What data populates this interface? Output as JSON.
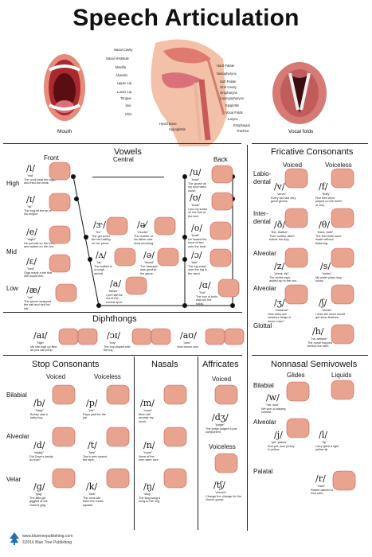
{
  "title": "Speech Articulation",
  "anatomy": {
    "labels": [
      "Nasal Cavity",
      "Nasal Vestibule",
      "Maxilla",
      "Alveolar",
      "Upper Lip",
      "Lower Lip",
      "Tongue",
      "Jaw",
      "Chin",
      "Hyoid Bone",
      "Hypoglottis",
      "Hard Palate",
      "Nasopharynx",
      "Soft Palate",
      "Oral Cavity",
      "Oropharynx",
      "Laryngopharynx",
      "Epiglottis",
      "Vocal Folds",
      "Larynx",
      "Esophagus",
      "Trachea"
    ],
    "mouth_caption": "Mouth",
    "vocal_caption": "Vocal folds"
  },
  "vowels": {
    "header": "Vowels",
    "sub_front": "Front",
    "sub_central": "Central",
    "sub_back": "Back",
    "row_high": "High",
    "row_mid": "Mid",
    "row_low": "Low",
    "front": [
      {
        "sym": "/i/",
        "kw": "\"eat\"",
        "ex": "The cook beat the eggs and fried the meat."
      },
      {
        "sym": "/ɪ/",
        "kw": "\"sit\"",
        "ex": "The bug bit the tip of his tongue."
      },
      {
        "sym": "/e/",
        "kw": "\"eight\"",
        "ex": "He put bait on the hook and waited on the line."
      },
      {
        "sym": "/ɛ/",
        "kw": "\"bed\"",
        "ex": "Olga made a bet that she would win."
      },
      {
        "sym": "/æ/",
        "kw": "\"cat\"",
        "ex": "The grocer wrapped the salt and tied his hat."
      }
    ],
    "central": [
      {
        "sym": "/ɝ/",
        "kw": "\"fur\"",
        "ex": "The girl loved the bird sitting on her perch."
      },
      {
        "sym": "/ə⁄",
        "kw": "\"murder\"",
        "ex": "The murder of his father was most shocking."
      },
      {
        "sym": "/ʌ/",
        "kw": "\"up\"",
        "ex": "The buffalo in a rough animal."
      },
      {
        "sym": "/ə/",
        "kw": "\"about\"",
        "ex": "The baseball was good at the game."
      },
      {
        "sym": "/a/",
        "kw": "\"father\"",
        "ex": "I put half the cot at the honest spot."
      }
    ],
    "back": [
      {
        "sym": "/u/",
        "kw": "\"boot\"",
        "ex": "The goose on my boot were loose."
      },
      {
        "sym": "/ʊ/",
        "kw": "\"book\"",
        "ex": "I put my socks on the foot of the bed."
      },
      {
        "sym": "/o/",
        "kw": "\"boat\"",
        "ex": "He tossed the bone of two onto the boat."
      },
      {
        "sym": "/ɔ/",
        "kw": "\"law\"",
        "ex": "The log crawl over the log in the sand."
      },
      {
        "sym": "/ɑ/",
        "kw": "\"hot\"",
        "ex": "The box of tools was too hot today."
      }
    ]
  },
  "diphthongs": {
    "header": "Diphthongs",
    "items": [
      {
        "sym": "/aɪ/",
        "kw": "\"high\"",
        "ex": "My kite high up flew as you can jump."
      },
      {
        "sym": "/ɔɪ/",
        "kw": "\"boy\"",
        "ex": "The boy played with the toy."
      },
      {
        "sym": "/aʊ/",
        "kw": "\"cow\"",
        "ex": "Now brown cow."
      }
    ]
  },
  "stops": {
    "header": "Stop Consonants",
    "voiced": "Voiced",
    "voiceless": "Voiceless",
    "rows": [
      "Bilabial",
      "Alveolar",
      "Velar"
    ],
    "items": [
      {
        "sym": "/b/",
        "kw": "\"baby\"",
        "ex": "Bobby was a baby boy."
      },
      {
        "sym": "/p/",
        "kw": "\"pie\"",
        "ex": "Papa paid for the pie."
      },
      {
        "sym": "/d/",
        "kw": "\"daddy\"",
        "ex": "Did Dave's daddy do that?"
      },
      {
        "sym": "/t/",
        "kw": "\"tote\"",
        "ex": "Tom's twin tossed the tape."
      },
      {
        "sym": "/g/",
        "kw": "\"gag\"",
        "ex": "The little girl giggled at the clown's gag."
      },
      {
        "sym": "/k/",
        "kw": "\"kick\"",
        "ex": "The cook will bake the cream squash."
      }
    ]
  },
  "nasals": {
    "header": "Nasals",
    "items": [
      {
        "sym": "/m/",
        "kw": "\"mom\"",
        "ex": "Mom will remake my lunch."
      },
      {
        "sym": "/n/",
        "kw": "\"none\"",
        "ex": "None of the men were nice."
      },
      {
        "sym": "/ŋ/",
        "kw": "\"sing\"",
        "ex": "The king sang a song to the ring."
      }
    ]
  },
  "affricates": {
    "header": "Affricates",
    "voiced": "Voiced",
    "voiceless": "Voiceless",
    "items": [
      {
        "sym": "/dʒ/",
        "kw": "\"judge\"",
        "ex": "The judge judged a just component."
      },
      {
        "sym": "/tʃ/",
        "kw": "\"church\"",
        "ex": "Change the change for the church group."
      }
    ]
  },
  "fricatives": {
    "header": "Fricative Consonants",
    "voiced": "Voiced",
    "voiceless": "Voiceless",
    "rows": [
      "Labio-dental",
      "Inter-dental",
      "Alveolar",
      "Alveolar",
      "Glottal"
    ],
    "items": [
      {
        "sym": "/v/",
        "kw": "\"verve\"",
        "ex": "Every kid had very great gloves."
      },
      {
        "sym": "/f/",
        "kw": "\"fluffy\"",
        "ex": "Five flies were played on the fourth of July."
      },
      {
        "sym": "/ð/",
        "kw": "\"the, feather\"",
        "ex": "Their mother didn't bother the dog."
      },
      {
        "sym": "/θ/",
        "kw": "\"think, bath\"",
        "ex": "The thin teeth were made without flickering."
      },
      {
        "sym": "/z/",
        "kw": "\"pizza, zip\"",
        "ex": "The zebra zaps added zip to the zoo."
      },
      {
        "sym": "/s/",
        "kw": "\"socks\"",
        "ex": "My sister plays lazy socks."
      },
      {
        "sym": "/ʒ/",
        "kw": "\"measure\"",
        "ex": "How does one measure beige or azure color?"
      },
      {
        "sym": "/ʃ/",
        "kw": "\"shush\"",
        "ex": "I wish the show would get shoe finishes."
      },
      {
        "sym": "/h/",
        "kw": "\"ha, behave\"",
        "ex": "The horse hopped behind the barn."
      }
    ]
  },
  "semivowels": {
    "header": "Nonnasal Semivowels",
    "glides": "Glides",
    "liquids": "Liquids",
    "rows": [
      "Bilabial",
      "Alveolar",
      "Palatal"
    ],
    "items": [
      {
        "sym": "/w/",
        "kw": "\"we, won\"",
        "ex": "We won a swiping contest."
      },
      {
        "sym": "/l/",
        "kw": "\"lip\"",
        "ex": "Larry grew a light yellow lip."
      },
      {
        "sym": "/j/",
        "kw": "\"yet, yellow\"",
        "ex": "And yet, your jersey is yellow."
      },
      {
        "sym": "/r/",
        "kw": "\"race\"",
        "ex": "Robert wanted a nice race."
      }
    ]
  },
  "footer": {
    "url": "www.bluetreepublishing.com",
    "copyright": "©2016 Blue Tree Publishing"
  },
  "colors": {
    "flesh": "#e8a48f",
    "lip": "#c85a5a",
    "tongue": "#d9707a",
    "inner": "#7a1a22"
  }
}
